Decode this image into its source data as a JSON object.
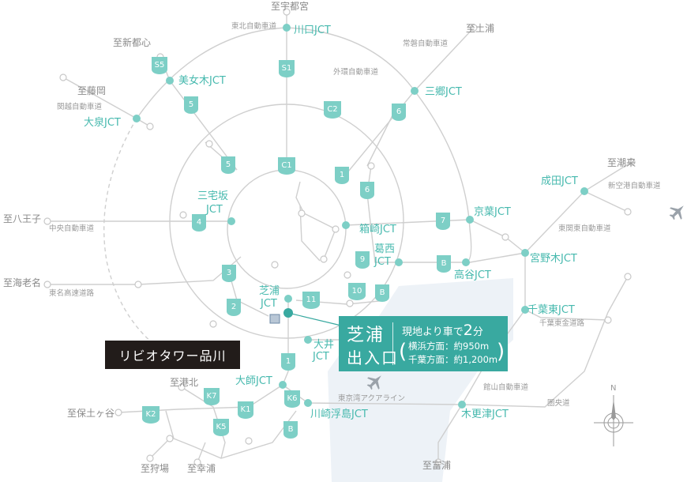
{
  "map": {
    "tower_label": "リビオタワー品川",
    "exit": {
      "name_line1": "芝浦",
      "name_line2": "出入口",
      "time_prefix": "現地より車で",
      "time_value": "2",
      "time_unit": "分",
      "yokohama": "横浜方面：約950m",
      "chiba": "千葉方面：約1,200m",
      "paren_open": "(",
      "paren_close": ")"
    },
    "destinations": {
      "utsunomiya": "至宇都宮",
      "tsuchiura": "至土浦",
      "shintoshin": "至新都心",
      "fujioka": "至藤岡",
      "hachioji": "至八王子",
      "ebina": "至海老名",
      "shiokoku": "至潮来",
      "kohoku": "至港北",
      "hodogaya": "至保土ヶ谷",
      "karibaba": "至狩場",
      "saiwaiura": "至幸浦",
      "tomiura": "至富浦"
    },
    "junctions": {
      "kawaguchi": "川口JCT",
      "bijogi": "美女木JCT",
      "misato": "三郷JCT",
      "oizumi": "大泉JCT",
      "sangenjaya_1": "三宅坂",
      "sangenjaya_2": "JCT",
      "hakozaki": "箱崎JCT",
      "keiyo": "京葉JCT",
      "narita": "成田JCT",
      "kasai_1": "葛西",
      "kasai_2": "JCT",
      "takaya": "高谷JCT",
      "miyanogi": "宮野木JCT",
      "chibahigashi": "千葉東JCT",
      "shibaura_1": "芝浦",
      "shibaura_2": "JCT",
      "oi_1": "大井",
      "oi_2": "JCT",
      "daishi": "大師JCT",
      "kawasakiukishima": "川崎浮島JCT",
      "kisarazu": "木更津JCT"
    },
    "expressways": {
      "tohoku": "東北自動車道",
      "joban": "常磐自動車道",
      "gaikan": "外環自動車道",
      "kanetsu": "関越自動車道",
      "chuo": "中央自動車道",
      "tomei": "東名高速道路",
      "shinkuko": "新空港自動車道",
      "higashikanto": "東関東自動車道",
      "chibatogane": "千葉東金道路",
      "tateyama": "館山自動車道",
      "aqualine": "東京湾アクアライン",
      "kenodo": "圏央道"
    },
    "shields": {
      "s5": "S5",
      "r5a": "5",
      "r5b": "5",
      "s1": "S1",
      "c2": "C2",
      "r6a": "6",
      "c1": "C1",
      "r1": "1",
      "r6b": "6",
      "r4": "4",
      "r7": "7",
      "r3": "3",
      "r9": "9",
      "rb1": "B",
      "r10": "10",
      "rb2": "B",
      "r11": "11",
      "r2": "2",
      "r1b": "1",
      "k7": "K7",
      "k1": "K1",
      "k6": "K6",
      "k2": "K2",
      "k5": "K5",
      "rb3": "B"
    },
    "compass": "N",
    "colors": {
      "accent": "#39a9a0",
      "junction": "#7dcfc6",
      "road": "#cfcfcf",
      "label_bg": "#221c1a"
    }
  }
}
